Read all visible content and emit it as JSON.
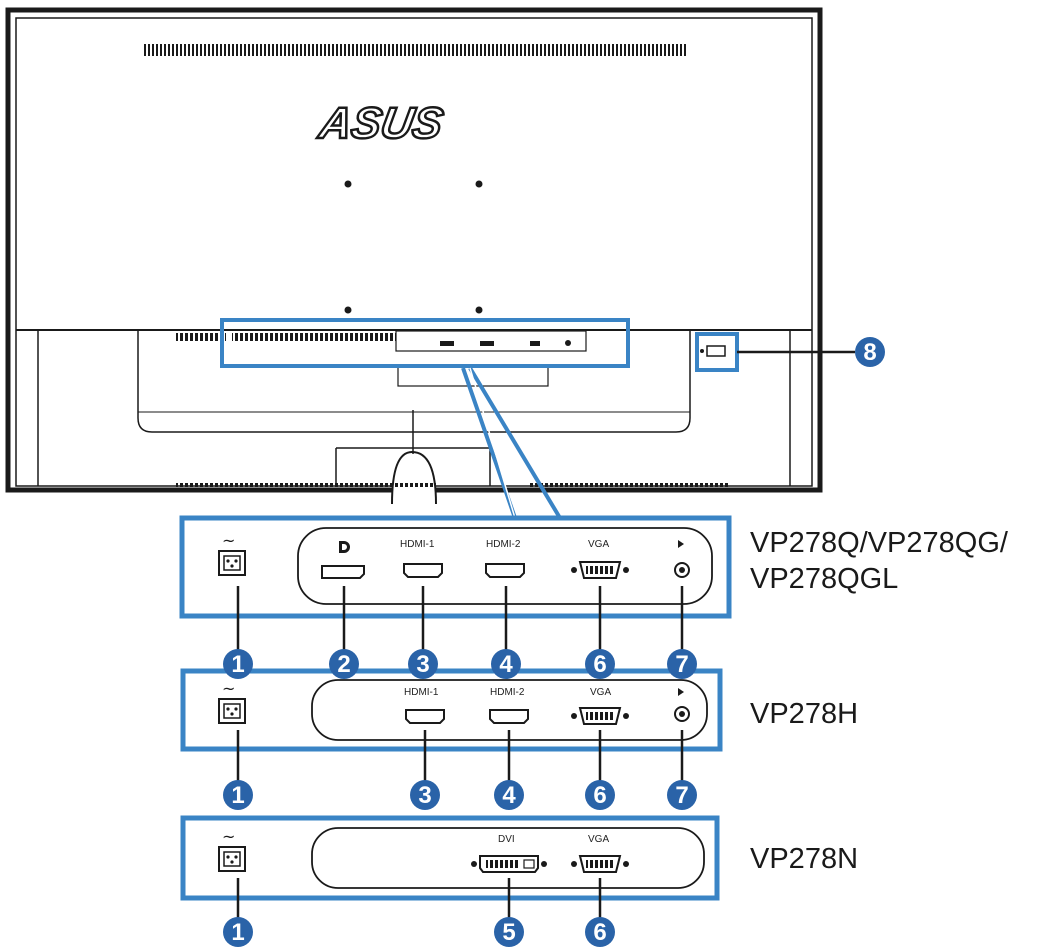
{
  "brand": "ASUS",
  "callout_numbers": {
    "n1": "1",
    "n2": "2",
    "n3": "3",
    "n4": "4",
    "n5": "5",
    "n6": "6",
    "n7": "7",
    "n8": "8"
  },
  "panels": [
    {
      "model": [
        "VP278Q/VP278QG/",
        "VP278QGL"
      ],
      "ports": [
        "HDMI-1",
        "HDMI-2",
        "VGA"
      ]
    },
    {
      "model": [
        "VP278H"
      ],
      "ports": [
        "HDMI-1",
        "HDMI-2",
        "VGA"
      ]
    },
    {
      "model": [
        "VP278N"
      ],
      "ports": [
        "DVI",
        "VGA"
      ]
    }
  ],
  "colors": {
    "highlight_blue": "#3a84c5",
    "callout_blue": "#2a63a8",
    "outline": "#1a1a1a"
  },
  "icons": {
    "power": "ac-power-socket-icon",
    "displayport": "displayport-logo-icon",
    "audio": "audio-out-icon",
    "kensington": "kensington-lock-icon"
  }
}
